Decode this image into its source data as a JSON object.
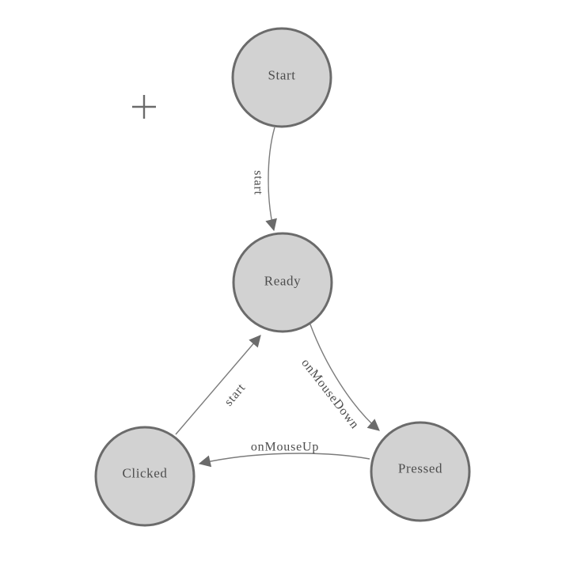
{
  "diagram": {
    "title": "mouse-state-machine",
    "nodes": [
      {
        "id": "start",
        "label": "Start"
      },
      {
        "id": "ready",
        "label": "Ready"
      },
      {
        "id": "pressed",
        "label": "Pressed"
      },
      {
        "id": "clicked",
        "label": "Clicked"
      }
    ],
    "edges": [
      {
        "from": "start",
        "to": "ready",
        "label": "start"
      },
      {
        "from": "ready",
        "to": "pressed",
        "label": "onMouseDown"
      },
      {
        "from": "pressed",
        "to": "clicked",
        "label": "onMouseUp"
      },
      {
        "from": "clicked",
        "to": "ready",
        "label": "start"
      }
    ]
  },
  "icons": {
    "crosshair": "plus-crosshair"
  },
  "colors": {
    "background": "#ffffff",
    "node_fill": "#d2d2d2",
    "node_stroke": "#6b6b6b",
    "edge_stroke": "#7b7b7b",
    "arrow_fill": "#6b6b6b",
    "label_color": "#4d4d4d",
    "crosshair_color": "#6b6b6b"
  }
}
